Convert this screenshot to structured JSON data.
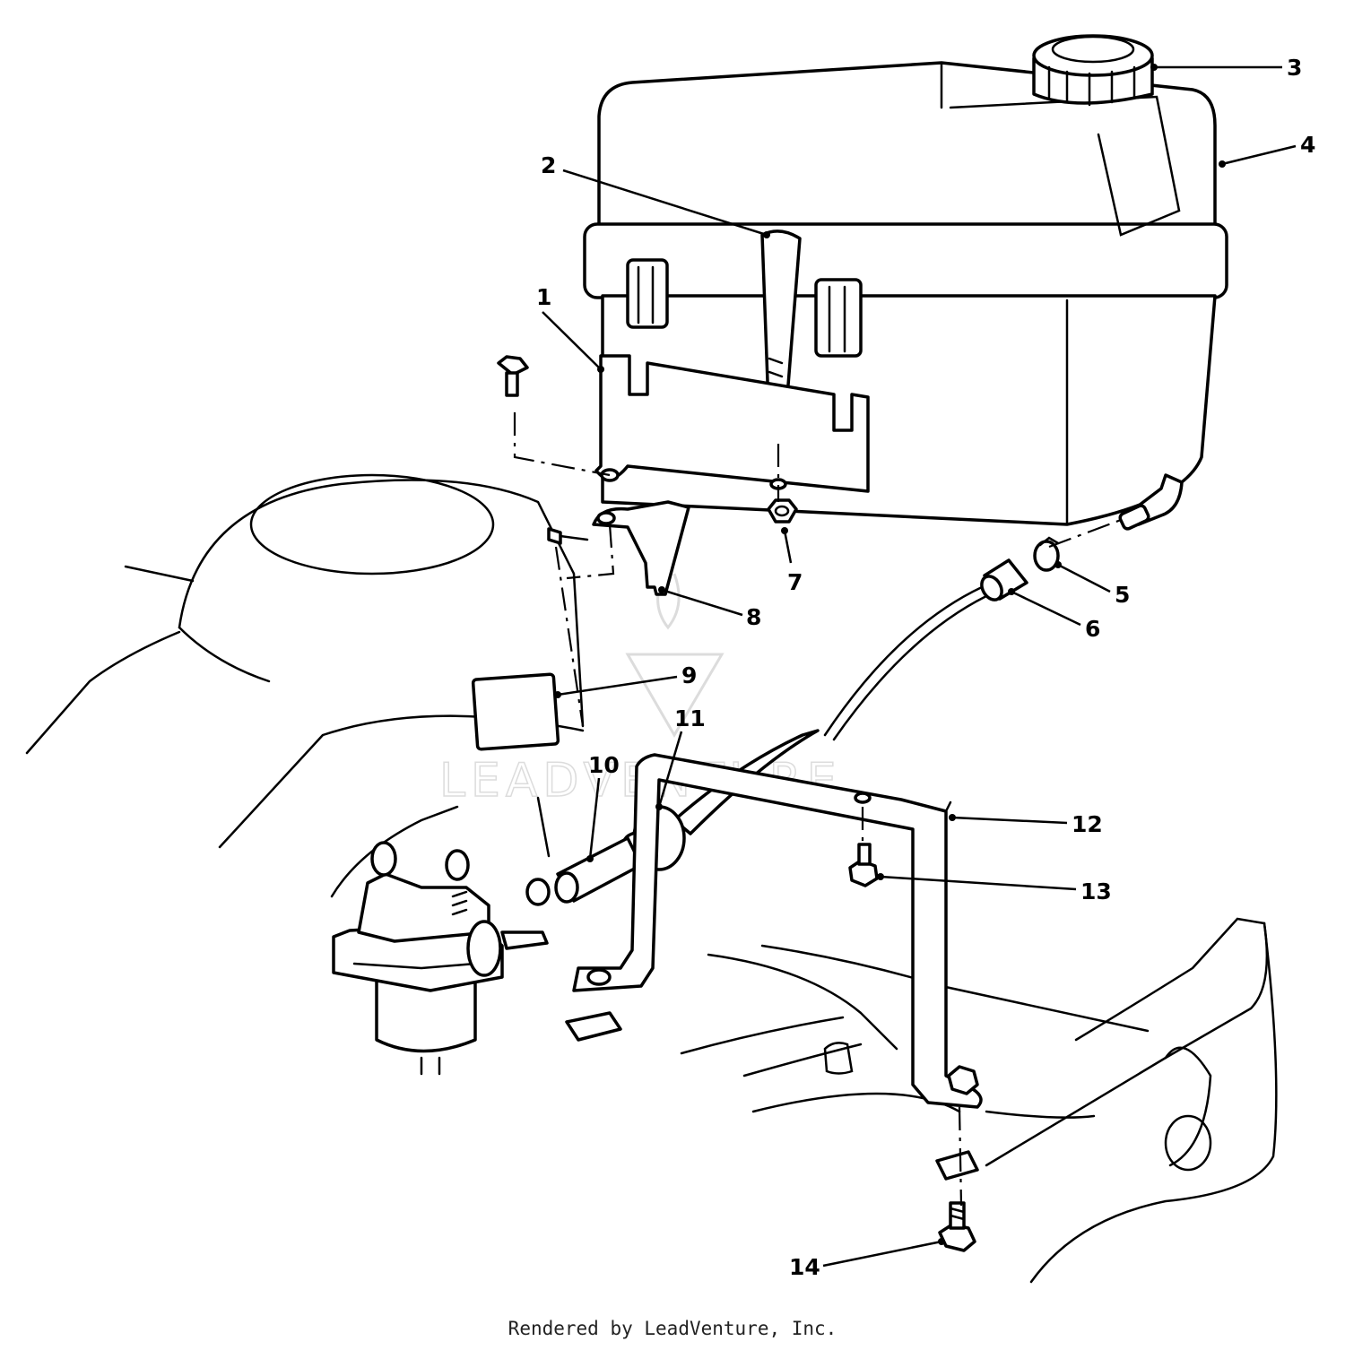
{
  "callouts": [
    {
      "id": "1",
      "label": "1"
    },
    {
      "id": "2",
      "label": "2"
    },
    {
      "id": "3",
      "label": "3"
    },
    {
      "id": "4",
      "label": "4"
    },
    {
      "id": "5",
      "label": "5"
    },
    {
      "id": "6",
      "label": "6"
    },
    {
      "id": "7",
      "label": "7"
    },
    {
      "id": "8",
      "label": "8"
    },
    {
      "id": "9",
      "label": "9"
    },
    {
      "id": "10",
      "label": "10"
    },
    {
      "id": "11",
      "label": "11"
    },
    {
      "id": "12",
      "label": "12"
    },
    {
      "id": "13",
      "label": "13"
    },
    {
      "id": "14",
      "label": "14"
    }
  ],
  "watermark": {
    "text": "LEADVENTURE"
  },
  "footer": {
    "text": "Rendered by LeadVenture, Inc."
  }
}
